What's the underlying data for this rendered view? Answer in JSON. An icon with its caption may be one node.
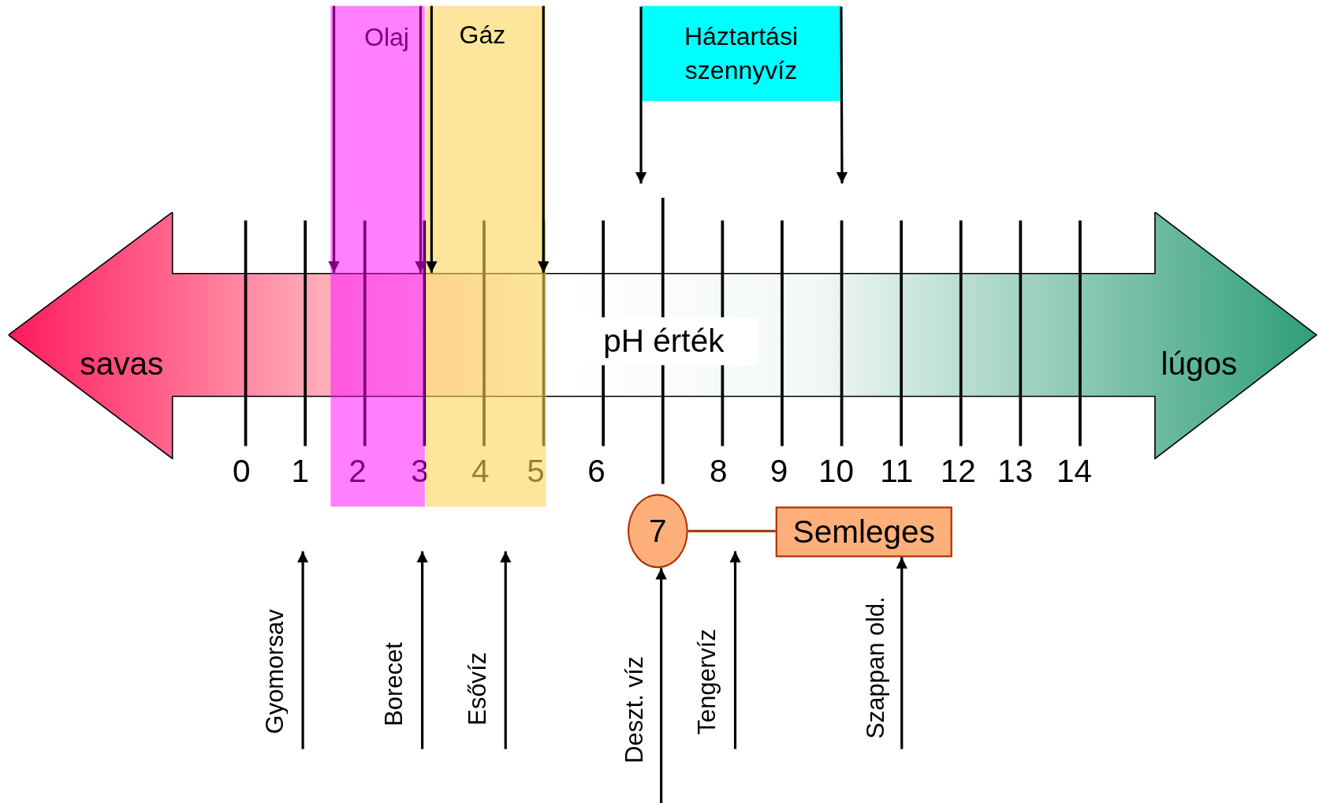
{
  "diagram": {
    "nodes": [
      {
        "text": [
          "Olaj"
        ]
      },
      {
        "text": [
          "Gáz"
        ]
      },
      {
        "text": [
          "Háztartási szennyvíz"
        ]
      },
      {
        "text": [
          "savas",
          "pH érték",
          "lúgos"
        ]
      },
      {
        "text": [
          "7"
        ]
      },
      {
        "text": [
          "Semleges"
        ]
      },
      {
        "text": [
          "Gyomorsav"
        ]
      },
      {
        "text": [
          "Borecet"
        ]
      },
      {
        "text": [
          "Esővíz"
        ]
      },
      {
        "text": [
          "Deszt. víz"
        ]
      },
      {
        "text": [
          "Tengervíz"
        ]
      },
      {
        "text": [
          "Szappan old."
        ]
      }
    ],
    "edges": [
      {
        "from": 0,
        "to": 3,
        "arrow": "to",
        "color": "#800080"
      },
      {
        "from": 0,
        "to": 3,
        "arrow": "to",
        "color": "#800080"
      },
      {
        "from": 1,
        "to": 3,
        "arrow": "to"
      },
      {
        "from": 1,
        "to": 3,
        "arrow": "to"
      },
      {
        "from": 2,
        "to": null,
        "arrow": "to"
      },
      {
        "from": 2,
        "to": null,
        "arrow": "to"
      },
      {
        "from": 4,
        "to": 5,
        "arrow": "none",
        "color": "#993300"
      },
      {
        "from": 6,
        "to": null,
        "arrow": "to"
      },
      {
        "from": 7,
        "to": null,
        "arrow": "to"
      },
      {
        "from": 8,
        "to": null,
        "arrow": "to"
      },
      {
        "from": 9,
        "to": 4,
        "arrow": "to"
      },
      {
        "from": 10,
        "to": null,
        "arrow": "to"
      },
      {
        "from": 11,
        "to": 5,
        "arrow": "to"
      }
    ],
    "labels": [
      "0",
      "1",
      "2",
      "3",
      "4",
      "5",
      "6",
      "8",
      "9",
      "10",
      "11",
      "12",
      "13",
      "14"
    ]
  }
}
